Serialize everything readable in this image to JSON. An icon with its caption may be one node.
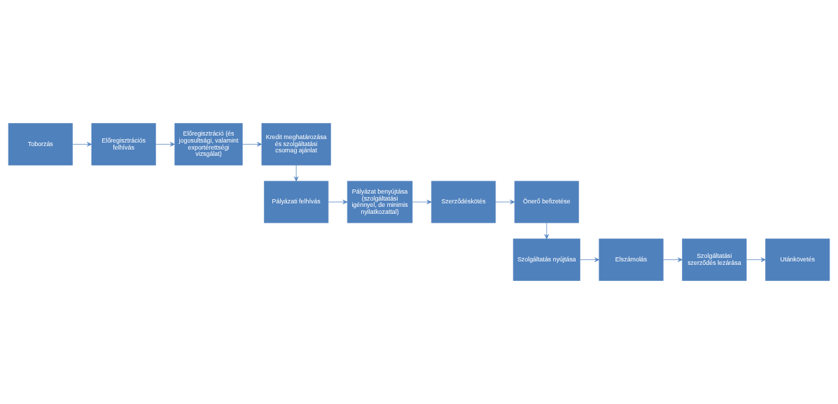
{
  "diagram": {
    "nodes": [
      {
        "text": [
          "Toborzás"
        ]
      },
      {
        "text": [
          "Előregisztrációs felhívás"
        ]
      },
      {
        "text": [
          "Előregisztráció (és jogosultsági, valamint exportérettségi vizsgálat)"
        ]
      },
      {
        "text": [
          "Kredit meghatározása és szolgáltatási csomag ajánlat"
        ]
      },
      {
        "text": [
          "Pályázati felhívás"
        ]
      },
      {
        "text": [
          "Pályázat benyújtása (szolgáltatási igénnyel, de minimis nyilatkozattal)"
        ]
      },
      {
        "text": [
          "Szerződéskötés"
        ]
      },
      {
        "text": [
          "Önerő befizetése"
        ]
      },
      {
        "text": [
          "Szolgáltatás nyújtása"
        ]
      },
      {
        "text": [
          "Elszámolás"
        ]
      },
      {
        "text": [
          "Szolgáltatási szerződés lezárása"
        ]
      },
      {
        "text": [
          "Utánkövetés"
        ]
      }
    ],
    "edges": [
      {
        "from": 0,
        "to": 1,
        "arrow": "to"
      },
      {
        "from": 1,
        "to": 2,
        "arrow": "to"
      },
      {
        "from": 2,
        "to": 3,
        "arrow": "to"
      },
      {
        "from": 3,
        "to": 4,
        "arrow": "to"
      },
      {
        "from": 4,
        "to": 5,
        "arrow": "to"
      },
      {
        "from": 5,
        "to": 6,
        "arrow": "to"
      },
      {
        "from": 6,
        "to": 7,
        "arrow": "to"
      },
      {
        "from": 7,
        "to": 8,
        "arrow": "to"
      },
      {
        "from": 8,
        "to": 9,
        "arrow": "to"
      },
      {
        "from": 9,
        "to": 10,
        "arrow": "to"
      },
      {
        "from": 10,
        "to": 11,
        "arrow": "to"
      }
    ]
  }
}
